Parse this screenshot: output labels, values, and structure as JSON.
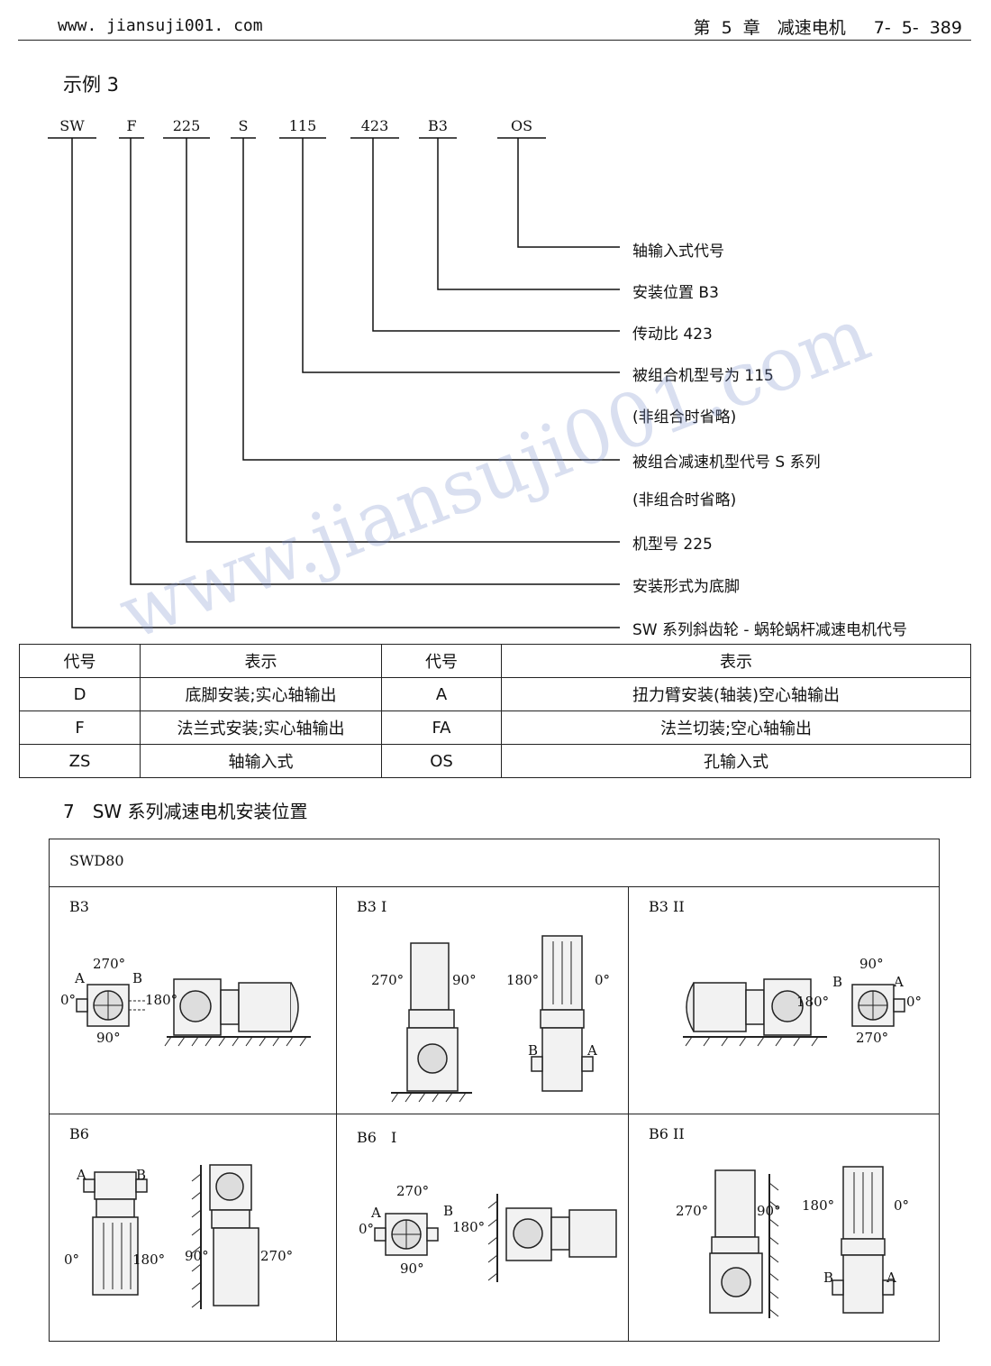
{
  "header": {
    "site": "www. jiansuji001. com",
    "chapter": "第 5 章　减速电机　 7- 5- 389"
  },
  "example": {
    "title": "示例 3",
    "codes": [
      "SW",
      "F",
      "225",
      "S",
      "115",
      "423",
      "B3",
      "OS"
    ],
    "descriptions": [
      "轴输入式代号",
      "安装位置 B3",
      "传动比 423",
      "被组合机型号为 115",
      "(非组合时省略)",
      "被组合减速机型代号 S 系列",
      "(非组合时省略)",
      "机型号 225",
      "安装形式为底脚",
      "SW 系列斜齿轮 - 蜗轮蜗杆减速电机代号"
    ]
  },
  "code_table": {
    "headers": [
      "代号",
      "表示",
      "代号",
      "表示"
    ],
    "rows": [
      [
        "D",
        "底脚安装;实心轴输出",
        "A",
        "扭力臂安装(轴装)空心轴输出"
      ],
      [
        "F",
        "法兰式安装;实心轴输出",
        "FA",
        "法兰切装;空心轴输出"
      ],
      [
        "ZS",
        "轴输入式",
        "OS",
        "孔输入式"
      ]
    ]
  },
  "section_title": "7　SW 系列减速电机安装位置",
  "mounting": {
    "model": "SWD80",
    "cells": [
      {
        "label": "B3"
      },
      {
        "label": "B3 I"
      },
      {
        "label": "B3 II"
      },
      {
        "label": "B6"
      },
      {
        "label": "B6　I"
      },
      {
        "label": "B6 II"
      }
    ],
    "angles": {
      "a0": "0°",
      "a90": "90°",
      "a180": "180°",
      "a270": "270°",
      "A": "A",
      "B": "B"
    }
  },
  "watermark": "www.jiansuji001.com"
}
